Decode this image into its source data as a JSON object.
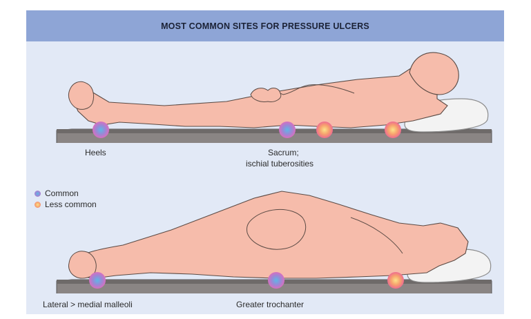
{
  "title": "MOST COMMON SITES FOR PRESSURE ULCERS",
  "labels": {
    "heels": "Heels",
    "sacrum_line1": "Sacrum;",
    "sacrum_line2": "ischial tuberosities",
    "malleoli": "Lateral > medial malleoli",
    "trochanter": "Greater trochanter"
  },
  "legend": [
    {
      "label": "Common",
      "color": "#8f7fd0"
    },
    {
      "label": "Less common",
      "color": "#f49a6a"
    }
  ],
  "colors": {
    "banner": "#8ea5d6",
    "background": "#e2e9f6",
    "skin": "#f6bcab",
    "outline": "#5a4a44",
    "surface": "#6e6a69",
    "pillow": "#f3f3f3",
    "common_site": "#8f7fd0",
    "less_common_site": "#f49a6a"
  }
}
